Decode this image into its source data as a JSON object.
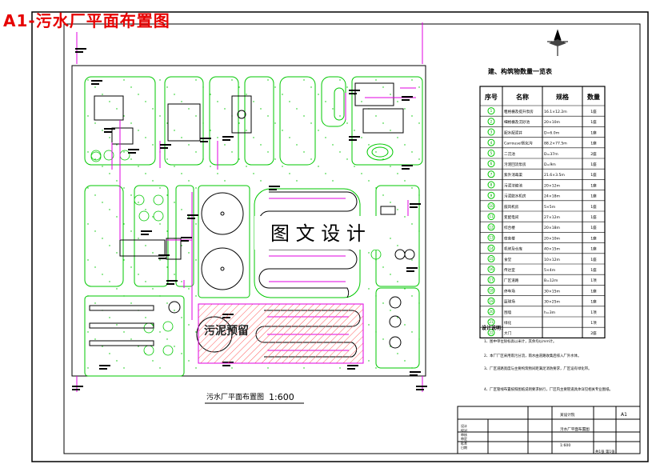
{
  "header": {
    "title": "A1-污水厂平面布置图"
  },
  "drawing": {
    "caption": "污水厂平面布置图",
    "scale": "1:600",
    "watermark": "图 文 设 计",
    "hatch_label": "污泥预留"
  },
  "table": {
    "title": "建、构筑物数量一览表",
    "headers": [
      "序号",
      "名称",
      "规格",
      "数量"
    ],
    "rows": [
      {
        "no": "1",
        "name": "粗格栅及提升泵房",
        "spec": "16.1×12.2m",
        "qty": "1座"
      },
      {
        "no": "2",
        "name": "细格栅及沉砂池",
        "spec": "20×10m",
        "qty": "1座"
      },
      {
        "no": "3",
        "name": "配水配泥井",
        "spec": "D=6.0m",
        "qty": "1座"
      },
      {
        "no": "4",
        "name": "Carrousel氧化沟",
        "spec": "88.2×77.5m",
        "qty": "1座"
      },
      {
        "no": "5",
        "name": "二沉池",
        "spec": "D=37m",
        "qty": "2座"
      },
      {
        "no": "6",
        "name": "污泥回流泵房",
        "spec": "D=9m",
        "qty": "1座"
      },
      {
        "no": "7",
        "name": "紫外消毒渠",
        "spec": "21.6×3.5m",
        "qty": "1座"
      },
      {
        "no": "8",
        "name": "污泥浓缩池",
        "spec": "20×12m",
        "qty": "1座"
      },
      {
        "no": "9",
        "name": "污泥脱水机房",
        "spec": "24×18m",
        "qty": "1座"
      },
      {
        "no": "10",
        "name": "鼓风机房",
        "spec": "5×5m",
        "qty": "1座"
      },
      {
        "no": "11",
        "name": "变配电间",
        "spec": "27×12m",
        "qty": "1座"
      },
      {
        "no": "12",
        "name": "综合楼",
        "spec": "20×18m",
        "qty": "1座"
      },
      {
        "no": "13",
        "name": "宿舍楼",
        "spec": "20×10m",
        "qty": "1座"
      },
      {
        "no": "14",
        "name": "机修及仓库",
        "spec": "40×15m",
        "qty": "1座"
      },
      {
        "no": "15",
        "name": "食堂",
        "spec": "10×12m",
        "qty": "1座"
      },
      {
        "no": "16",
        "name": "传达室",
        "spec": "5×4m",
        "qty": "1座"
      },
      {
        "no": "17",
        "name": "厂区道路",
        "spec": "B=12m",
        "qty": "1项"
      },
      {
        "no": "18",
        "name": "停车场",
        "spec": "30×15m",
        "qty": "1座"
      },
      {
        "no": "19",
        "name": "篮球场",
        "spec": "30×25m",
        "qty": "1座"
      },
      {
        "no": "20",
        "name": "围墙",
        "spec": "h=3m",
        "qty": "1项"
      },
      {
        "no": "21",
        "name": "绿化",
        "spec": "",
        "qty": "1项"
      },
      {
        "no": "22",
        "name": "大门",
        "spec": "",
        "qty": "2座"
      }
    ]
  },
  "notes": {
    "title": "设计说明：",
    "items": [
      "1、图中单位除标高以米计，其余均以mm计。",
      "2、本厂厂区采用雨污分流，雨水由道路收集后排入厂外水体。",
      "3、厂区道路宽度与主要构筑物间距满足消防要求，厂区设有绿化带。",
      "4、厂区管线布置按照图纸说明要求执行，厂区内主要管道具体详见相关专业图纸。"
    ]
  },
  "title_block": {
    "org": "某设计院",
    "drawing_no": "A1",
    "project": "污水厂平面布置图",
    "scale": "1:600",
    "sheet": "共1张 第1张",
    "labels": [
      "设计",
      "校对",
      "审核",
      "审定",
      "批准",
      "日期"
    ]
  },
  "colors": {
    "frame": "#000000",
    "structure": "#00c800",
    "magenta": "#e000e0",
    "header_red": "#e60000",
    "hatch": "#ff4040"
  }
}
